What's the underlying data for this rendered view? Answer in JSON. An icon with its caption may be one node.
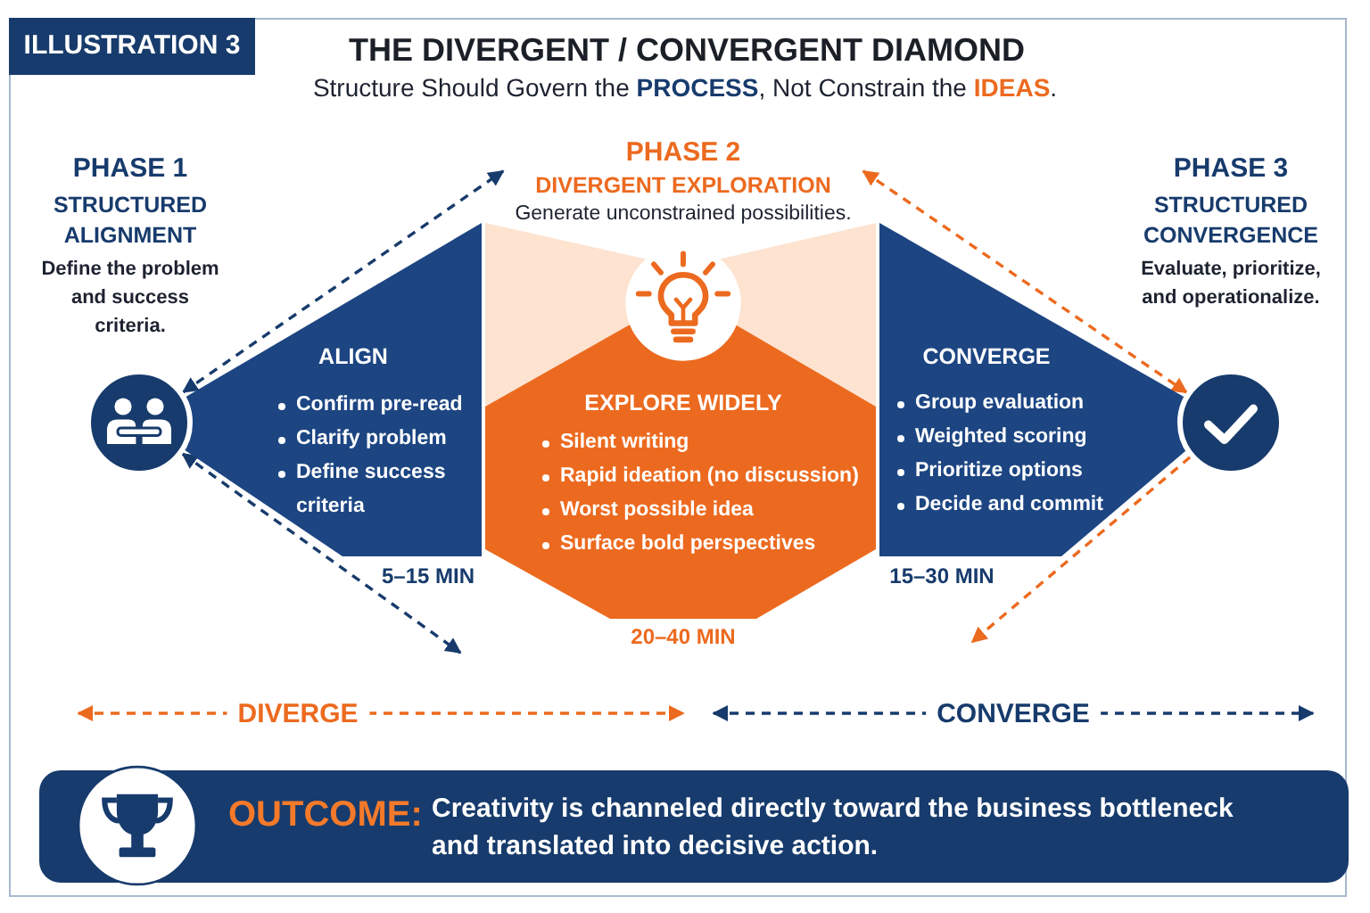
{
  "diagram": {
    "title": "THE DIVERGENT / CONVERGENT DIAMOND",
    "nodes": [
      {
        "text": [
          "ILLUSTRATION 3"
        ]
      },
      {
        "text": [],
        "shape": "circle"
      },
      {
        "text": [
          "ALIGN",
          "Confirm pre-read",
          "Clarify problem",
          "Define success criteria"
        ],
        "beside": [
          "5–15 MIN"
        ]
      },
      {
        "text": [
          "EXPLORE WIDELY",
          "Silent writing",
          "Rapid ideation (no discussion)",
          "Worst possible idea",
          "Surface bold perspectives"
        ],
        "beside": [
          "20–40 MIN"
        ]
      },
      {
        "text": [
          "CONVERGE",
          "Group evaluation",
          "Weighted scoring",
          "Prioritize options",
          "Decide and commit"
        ],
        "beside": [
          "15–30 MIN"
        ]
      },
      {
        "text": [],
        "shape": "circle"
      },
      {
        "text": [
          "OUTCOME:",
          "Creativity is channeled directly toward the business bottleneck and translated into decisive action."
        ]
      }
    ],
    "edges": [
      {
        "from": 1,
        "to": null,
        "arrow": "both",
        "style": "dashed",
        "color": "#173b6c"
      },
      {
        "from": 1,
        "to": null,
        "arrow": "both",
        "style": "dashed",
        "color": "#173b6c"
      },
      {
        "from": null,
        "to": 5,
        "arrow": "both",
        "style": "dashed",
        "color": "#ec6a1f"
      },
      {
        "from": 5,
        "to": null,
        "arrow": "to",
        "style": "dashed",
        "color": "#ec6a1f"
      }
    ],
    "labels": [
      "Structure Should Govern the **PROCESS**, Not Constrain the **IDEAS**.",
      "PHASE 1",
      "STRUCTURED ALIGNMENT",
      "Define the problem and success criteria.",
      "PHASE 2",
      "DIVERGENT EXPLORATION",
      "Generate unconstrained possibilities.",
      "PHASE 3",
      "STRUCTURED CONVERGENCE",
      "Evaluate, prioritize, and operationalize.",
      "DIVERGE",
      "CONVERGE"
    ]
  }
}
